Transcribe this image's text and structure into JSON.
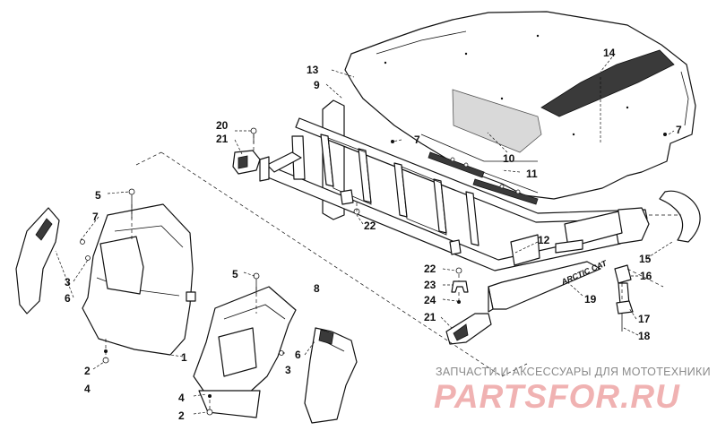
{
  "callouts": {
    "c1": "1",
    "c2a": "2",
    "c2b": "2",
    "c3a": "3",
    "c3b": "3",
    "c4a": "4",
    "c4b": "4",
    "c5a": "5",
    "c5b": "5",
    "c6a": "6",
    "c6b": "6",
    "c7a": "7",
    "c7b": "7",
    "c7c": "7",
    "c8": "8",
    "c9": "9",
    "c10": "10",
    "c11": "11",
    "c12": "12",
    "c13": "13",
    "c14": "14",
    "c15": "15",
    "c16": "16",
    "c17": "17",
    "c18": "18",
    "c19": "19",
    "c20": "20",
    "c21a": "21",
    "c21b": "21",
    "c22a": "22",
    "c22b": "22",
    "c23": "23",
    "c24": "24"
  },
  "rack_brand": "ARCTIC CAT",
  "watermark": {
    "tagline": "ЗАПЧАСТИ И АКСЕССУАРЫ ДЛЯ МОТОТЕХНИКИ",
    "logo": "PARTSFOR.RU"
  }
}
